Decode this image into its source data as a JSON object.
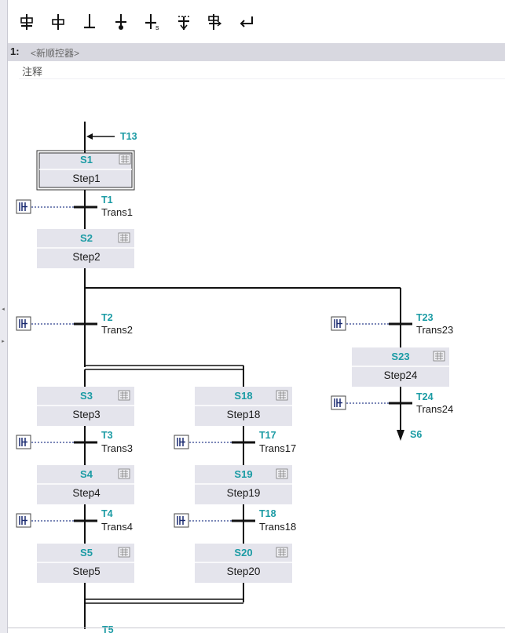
{
  "toolbar": {
    "buttons": [
      {
        "icon": "insert-step-transition-icon"
      },
      {
        "icon": "insert-step-icon"
      },
      {
        "icon": "insert-transition-icon"
      },
      {
        "icon": "close-branch-icon"
      },
      {
        "icon": "insert-branch-start-icon"
      },
      {
        "icon": "simultaneous-branch-icon"
      },
      {
        "icon": "alternative-branch-icon"
      },
      {
        "icon": "jump-icon"
      }
    ]
  },
  "network": {
    "number": "1:",
    "title": "<新顺控器>",
    "comment": "注释"
  },
  "graph": {
    "incoming_jump": "T13",
    "outgoing_jump": "S6",
    "partial_label": "T5",
    "steps": [
      {
        "num": "S1",
        "name": "Step1",
        "initial": true
      },
      {
        "num": "S2",
        "name": "Step2"
      },
      {
        "num": "S3",
        "name": "Step3"
      },
      {
        "num": "S4",
        "name": "Step4"
      },
      {
        "num": "S5",
        "name": "Step5"
      },
      {
        "num": "S18",
        "name": "Step18"
      },
      {
        "num": "S19",
        "name": "Step19"
      },
      {
        "num": "S20",
        "name": "Step20"
      },
      {
        "num": "S23",
        "name": "Step24"
      }
    ],
    "transitions": [
      {
        "num": "T1",
        "name": "Trans1"
      },
      {
        "num": "T2",
        "name": "Trans2"
      },
      {
        "num": "T3",
        "name": "Trans3"
      },
      {
        "num": "T4",
        "name": "Trans4"
      },
      {
        "num": "T17",
        "name": "Trans17"
      },
      {
        "num": "T18",
        "name": "Trans18"
      },
      {
        "num": "T23",
        "name": "Trans23"
      },
      {
        "num": "T24",
        "name": "Trans24"
      }
    ]
  },
  "colors": {
    "label_teal": "#1b9ba4",
    "step_fill": "#e4e4ec",
    "header_gray": "#d8d8e0",
    "contact_blue": "#3a4a8c"
  }
}
